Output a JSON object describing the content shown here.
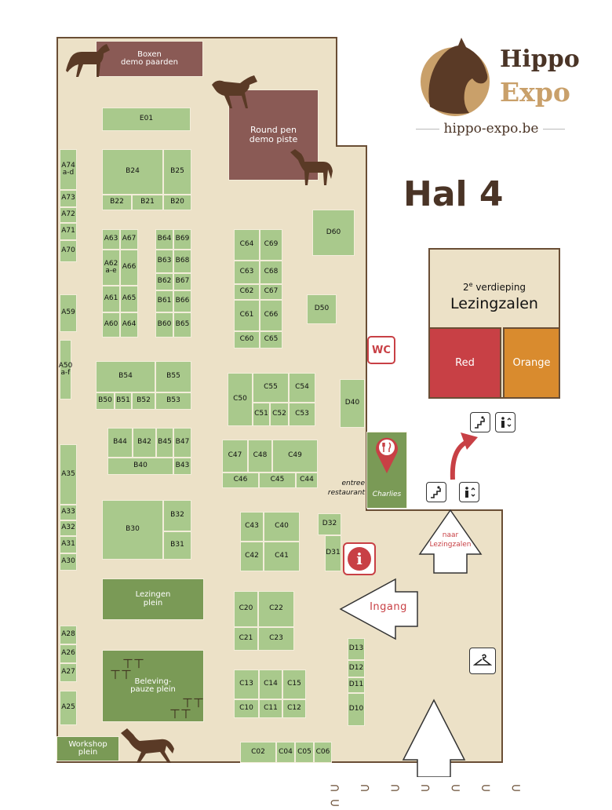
{
  "logo": {
    "line1": "Hippo",
    "line2": "Expo",
    "url": "hippo-expo.be"
  },
  "hall_title": "Hal 4",
  "rooms": {
    "floor": "2e verdieping",
    "floor_sup_base": "2",
    "floor_sup": "e",
    "floor_rest": " verdieping",
    "name": "Lezingzalen",
    "red": "Red",
    "orange": "Orange"
  },
  "labels": {
    "wc": "WC",
    "entree": "entree",
    "restaurant": "restaurant",
    "charlies": "Charlies",
    "ingang": "Ingang",
    "naar": "naar",
    "lezingzalen": "Lezingzalen",
    "boxen1": "Boxen",
    "boxen2": "demo paarden",
    "round1": "Round pen",
    "round2": "demo piste",
    "lez1": "Lezingen",
    "lez2": "plein",
    "bel1": "Beleving-",
    "bel2": "pauze plein",
    "work1": "Workshop",
    "work2": "plein",
    "info": "i"
  },
  "booths": [
    [
      "E01",
      130,
      137,
      113,
      30
    ],
    [
      "B24",
      130,
      190,
      78,
      58
    ],
    [
      "B25",
      208,
      190,
      36,
      58
    ],
    [
      "B22",
      130,
      248,
      38,
      20
    ],
    [
      "B21",
      168,
      248,
      40,
      20
    ],
    [
      "B20",
      208,
      248,
      36,
      20
    ],
    [
      "A74\na-d",
      76,
      190,
      22,
      52
    ],
    [
      "A73",
      76,
      242,
      22,
      22
    ],
    [
      "A72",
      76,
      264,
      22,
      20
    ],
    [
      "A71",
      76,
      284,
      22,
      22
    ],
    [
      "A70",
      76,
      306,
      22,
      28
    ],
    [
      "A63",
      130,
      292,
      23,
      26
    ],
    [
      "A67",
      153,
      292,
      23,
      26
    ],
    [
      "A62\na-e",
      130,
      318,
      23,
      46
    ],
    [
      "A66",
      153,
      318,
      23,
      46
    ],
    [
      "A61",
      130,
      364,
      23,
      34
    ],
    [
      "A65",
      153,
      364,
      23,
      34
    ],
    [
      "A60",
      130,
      398,
      23,
      32
    ],
    [
      "A64",
      153,
      398,
      23,
      32
    ],
    [
      "B64",
      198,
      292,
      23,
      26
    ],
    [
      "B69",
      221,
      292,
      23,
      26
    ],
    [
      "B63",
      198,
      318,
      23,
      30
    ],
    [
      "B68",
      221,
      318,
      23,
      30
    ],
    [
      "B62",
      198,
      348,
      23,
      22
    ],
    [
      "B67",
      221,
      348,
      23,
      22
    ],
    [
      "B61",
      198,
      370,
      23,
      28
    ],
    [
      "B66",
      221,
      370,
      23,
      28
    ],
    [
      "B60",
      198,
      398,
      23,
      32
    ],
    [
      "B65",
      221,
      398,
      23,
      32
    ],
    [
      "C64",
      298,
      292,
      33,
      40
    ],
    [
      "C69",
      331,
      292,
      29,
      40
    ],
    [
      "C63",
      298,
      332,
      33,
      30
    ],
    [
      "C68",
      331,
      332,
      29,
      30
    ],
    [
      "C62",
      298,
      362,
      33,
      20
    ],
    [
      "C67",
      331,
      362,
      29,
      20
    ],
    [
      "C61",
      298,
      382,
      33,
      40
    ],
    [
      "C66",
      331,
      382,
      29,
      40
    ],
    [
      "C60",
      298,
      422,
      33,
      22
    ],
    [
      "C65",
      331,
      422,
      29,
      22
    ],
    [
      "D60",
      398,
      267,
      54,
      59
    ],
    [
      "D50",
      391,
      375,
      38,
      38
    ],
    [
      "A59",
      76,
      375,
      22,
      48
    ],
    [
      "A50\na-f",
      76,
      433,
      15,
      76
    ],
    [
      "B54",
      122,
      460,
      76,
      40
    ],
    [
      "B55",
      198,
      460,
      46,
      40
    ],
    [
      "B50",
      122,
      500,
      24,
      22
    ],
    [
      "B51",
      146,
      500,
      22,
      22
    ],
    [
      "B52",
      168,
      500,
      30,
      22
    ],
    [
      "B53",
      198,
      500,
      46,
      22
    ],
    [
      "C50",
      290,
      475,
      32,
      68
    ],
    [
      "C55",
      322,
      475,
      46,
      38
    ],
    [
      "C54",
      368,
      475,
      34,
      38
    ],
    [
      "C51",
      322,
      513,
      22,
      30
    ],
    [
      "C52",
      344,
      513,
      24,
      30
    ],
    [
      "C53",
      368,
      513,
      34,
      30
    ],
    [
      "D40",
      433,
      483,
      32,
      62
    ],
    [
      "B44",
      137,
      545,
      32,
      38
    ],
    [
      "B42",
      169,
      545,
      30,
      38
    ],
    [
      "B45",
      199,
      545,
      22,
      38
    ],
    [
      "B47",
      221,
      545,
      23,
      38
    ],
    [
      "B40",
      137,
      583,
      84,
      22
    ],
    [
      "B43",
      221,
      583,
      23,
      22
    ],
    [
      "C47",
      283,
      560,
      33,
      42
    ],
    [
      "C48",
      316,
      560,
      31,
      42
    ],
    [
      "C49",
      347,
      560,
      58,
      42
    ],
    [
      "C46",
      283,
      602,
      47,
      20
    ],
    [
      "C45",
      330,
      602,
      47,
      20
    ],
    [
      "C44",
      377,
      602,
      28,
      20
    ],
    [
      "A35",
      76,
      566,
      22,
      77
    ],
    [
      "A33",
      76,
      643,
      22,
      20
    ],
    [
      "A32",
      76,
      663,
      22,
      20
    ],
    [
      "A31",
      76,
      683,
      22,
      22
    ],
    [
      "A30",
      76,
      705,
      22,
      22
    ],
    [
      "B30",
      130,
      637,
      78,
      76
    ],
    [
      "B32",
      208,
      637,
      36,
      40
    ],
    [
      "B31",
      208,
      677,
      36,
      36
    ],
    [
      "C43",
      306,
      652,
      30,
      38
    ],
    [
      "C40",
      336,
      652,
      46,
      38
    ],
    [
      "C42",
      306,
      690,
      30,
      38
    ],
    [
      "C41",
      336,
      690,
      46,
      38
    ],
    [
      "D32",
      405,
      654,
      30,
      28
    ],
    [
      "D31",
      414,
      682,
      21,
      46
    ],
    [
      "C20",
      298,
      753,
      31,
      46
    ],
    [
      "C22",
      329,
      753,
      46,
      46
    ],
    [
      "C21",
      298,
      799,
      31,
      30
    ],
    [
      "C23",
      329,
      799,
      46,
      30
    ],
    [
      "A28",
      76,
      797,
      22,
      24
    ],
    [
      "A26",
      76,
      821,
      22,
      24
    ],
    [
      "A27",
      76,
      845,
      22,
      24
    ],
    [
      "A25",
      76,
      880,
      22,
      44
    ],
    [
      "D13",
      443,
      813,
      22,
      28
    ],
    [
      "D12",
      443,
      841,
      22,
      22
    ],
    [
      "D11",
      443,
      863,
      22,
      20
    ],
    [
      "D10",
      443,
      883,
      22,
      42
    ],
    [
      "C13",
      298,
      853,
      32,
      38
    ],
    [
      "C14",
      330,
      853,
      30,
      38
    ],
    [
      "C15",
      360,
      853,
      30,
      38
    ],
    [
      "C10",
      298,
      891,
      32,
      24
    ],
    [
      "C11",
      330,
      891,
      30,
      24
    ],
    [
      "C12",
      360,
      891,
      30,
      24
    ],
    [
      "C02",
      306,
      945,
      46,
      27
    ],
    [
      "C04",
      352,
      945,
      24,
      27
    ],
    [
      "C05",
      376,
      945,
      24,
      27
    ],
    [
      "C06",
      400,
      945,
      23,
      27
    ]
  ],
  "colors": {
    "hall": "#ece1c7",
    "booth": "#a9c98c",
    "brown": "#8a5a55",
    "darkgreen": "#7a9a56",
    "red": "#c84045",
    "orange": "#d98b2e",
    "outline": "#6a4e35"
  },
  "icons": [
    "horse-icon",
    "fork-knife-icon",
    "map-pin-icon",
    "info-icon",
    "stairs-icon",
    "elevator-icon",
    "hanger-icon",
    "picnic-table-icon",
    "arrow-up-icon"
  ]
}
